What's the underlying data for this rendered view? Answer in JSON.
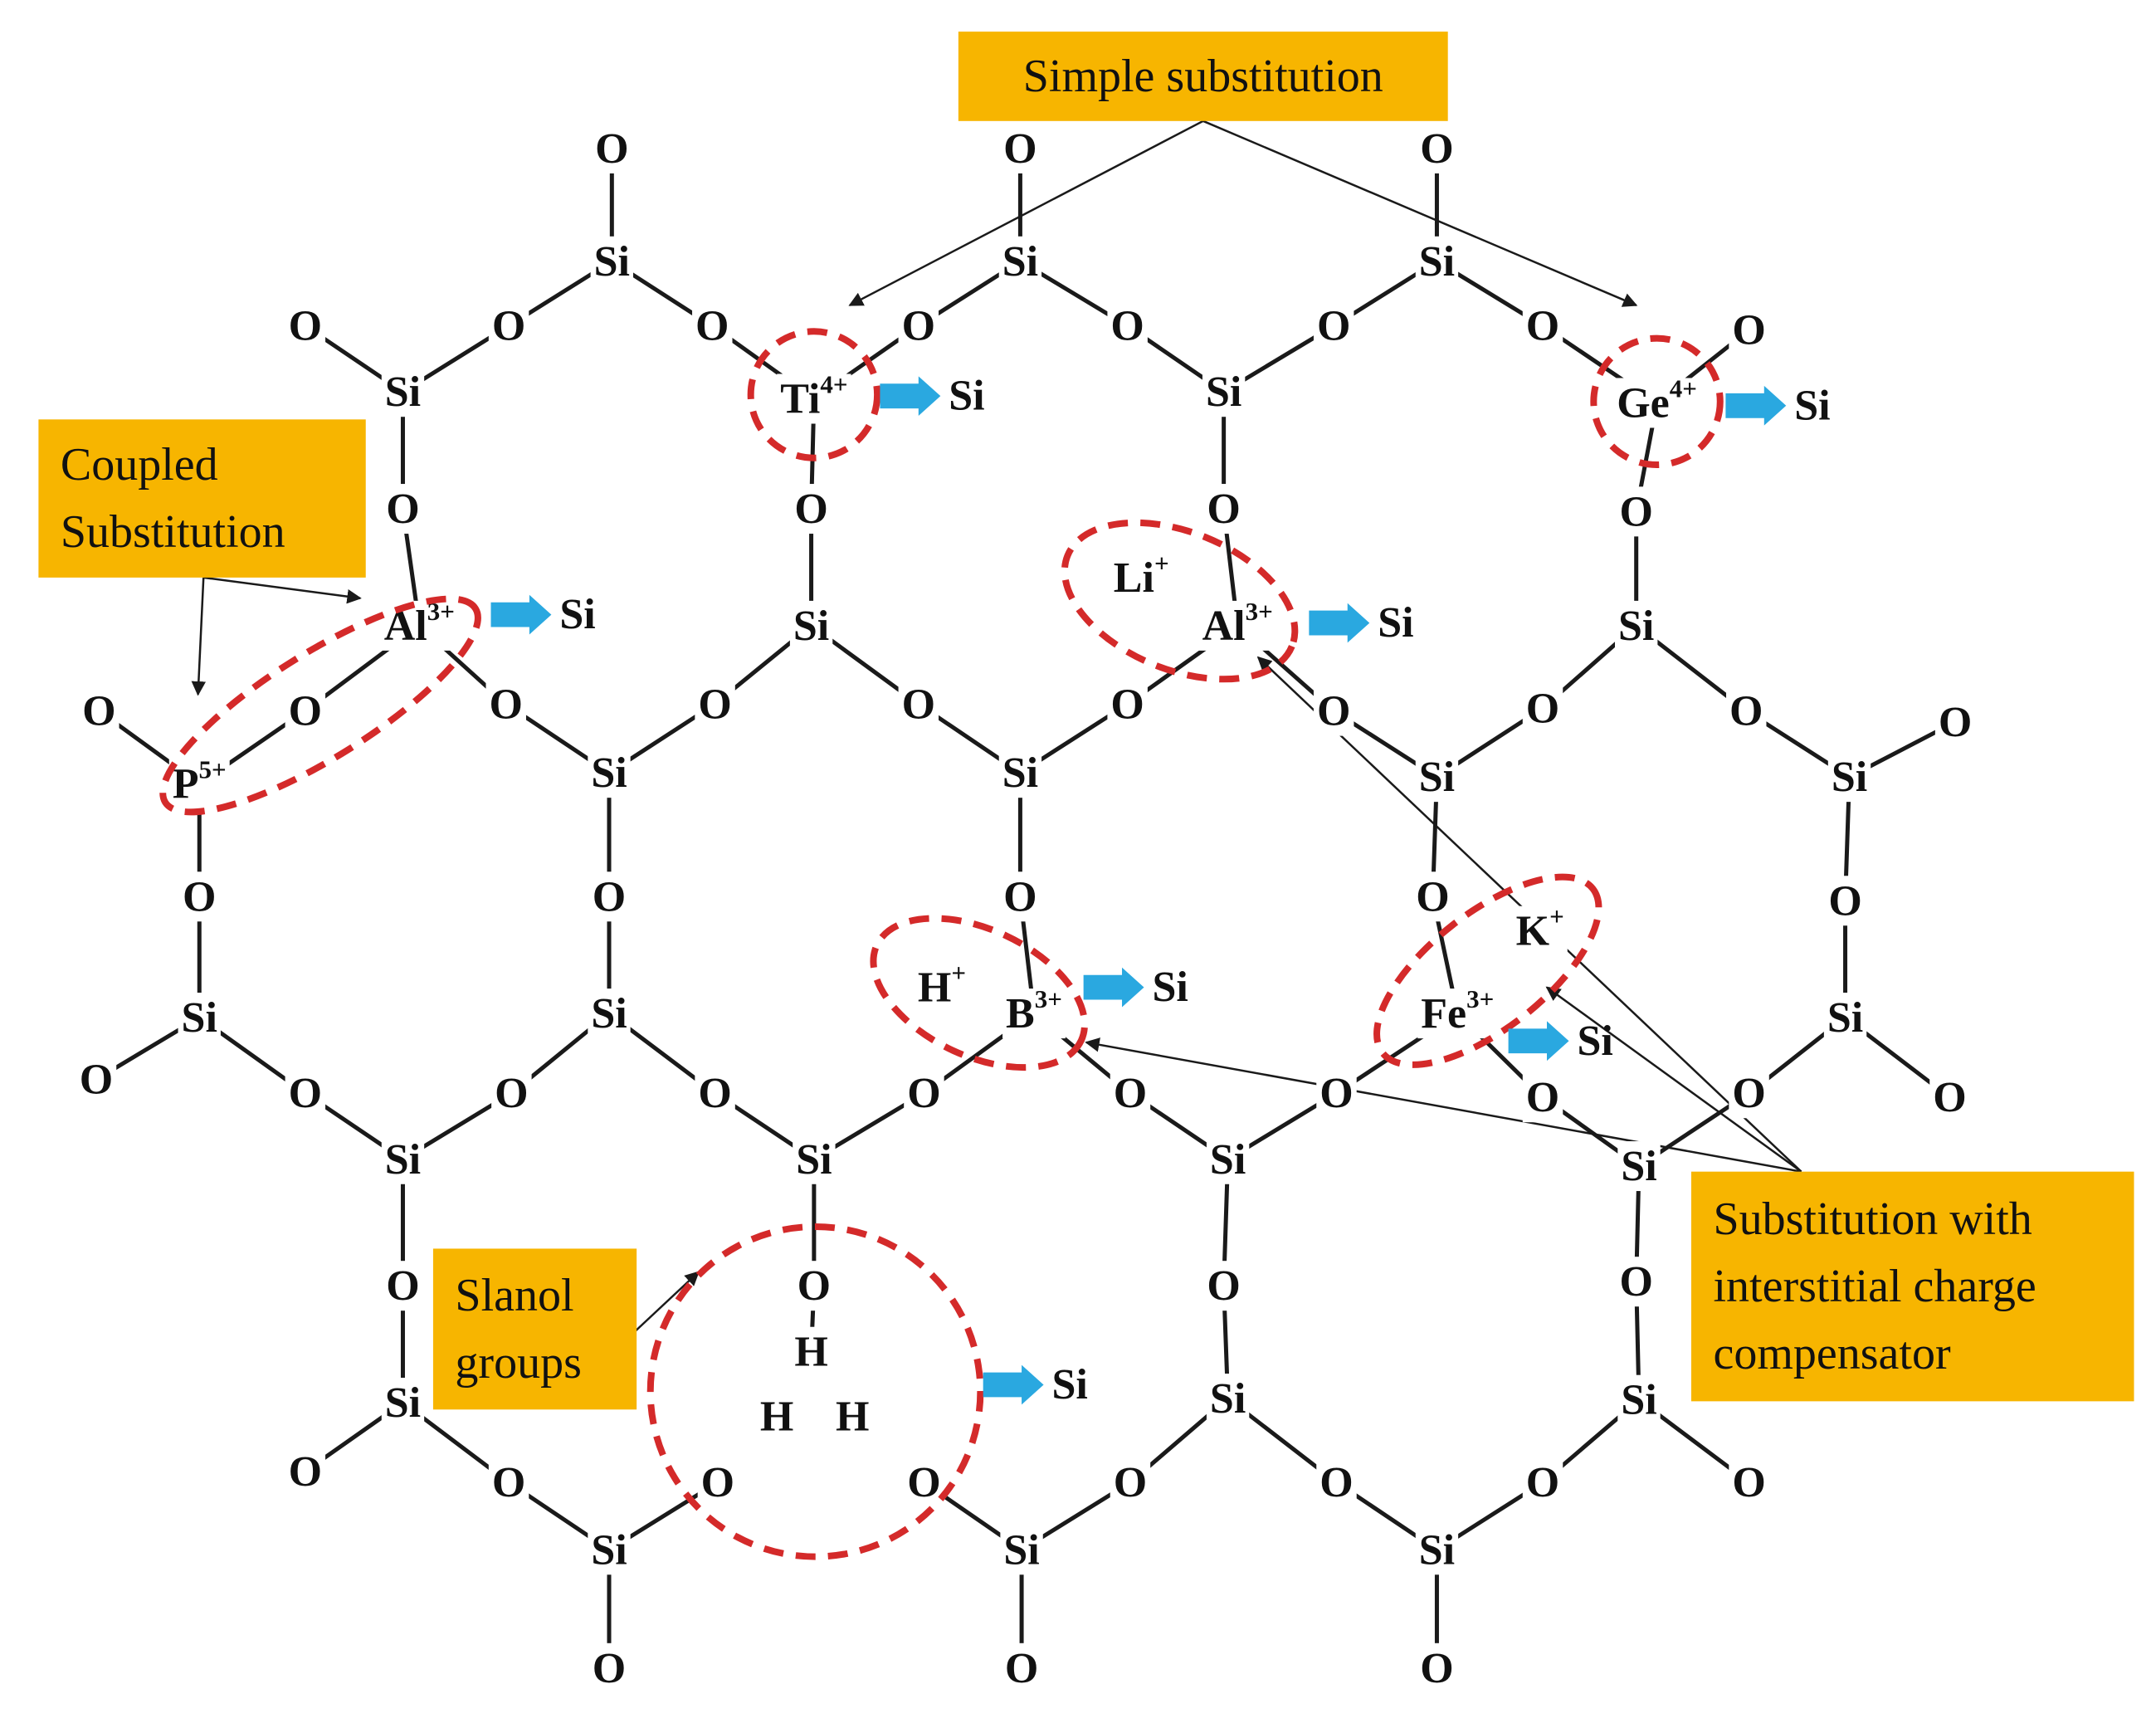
{
  "annotations": {
    "simple": [
      "Simple substitution"
    ],
    "coupled": [
      "Coupled",
      "Substitution"
    ],
    "silanol": [
      "Slanol",
      "groups"
    ],
    "interstitial": [
      "Substitution with",
      "interstitial charge",
      "compensator"
    ]
  },
  "substituents": {
    "ti": {
      "symbol": "Ti",
      "charge": "4+"
    },
    "ge": {
      "symbol": "Ge",
      "charge": "4+"
    },
    "al_top": {
      "symbol": "Al",
      "charge": "3+"
    },
    "al_mid": {
      "symbol": "Al",
      "charge": "3+"
    },
    "p": {
      "symbol": "P",
      "charge": "5+"
    },
    "li": {
      "symbol": "Li",
      "charge": "+"
    },
    "h_plus": {
      "symbol": "H",
      "charge": "+"
    },
    "b": {
      "symbol": "B",
      "charge": "3+"
    },
    "k": {
      "symbol": "K",
      "charge": "+"
    },
    "fe": {
      "symbol": "Fe",
      "charge": "3+"
    }
  },
  "replaced_by": "Si",
  "labels": {
    "si": "Si",
    "o": "O",
    "h": "H"
  },
  "colors": {
    "box_fill": "#f7b500",
    "ring_stroke": "#d42a2a",
    "arrow_fill": "#2aa8e0",
    "bond": "#1a1a1a"
  }
}
